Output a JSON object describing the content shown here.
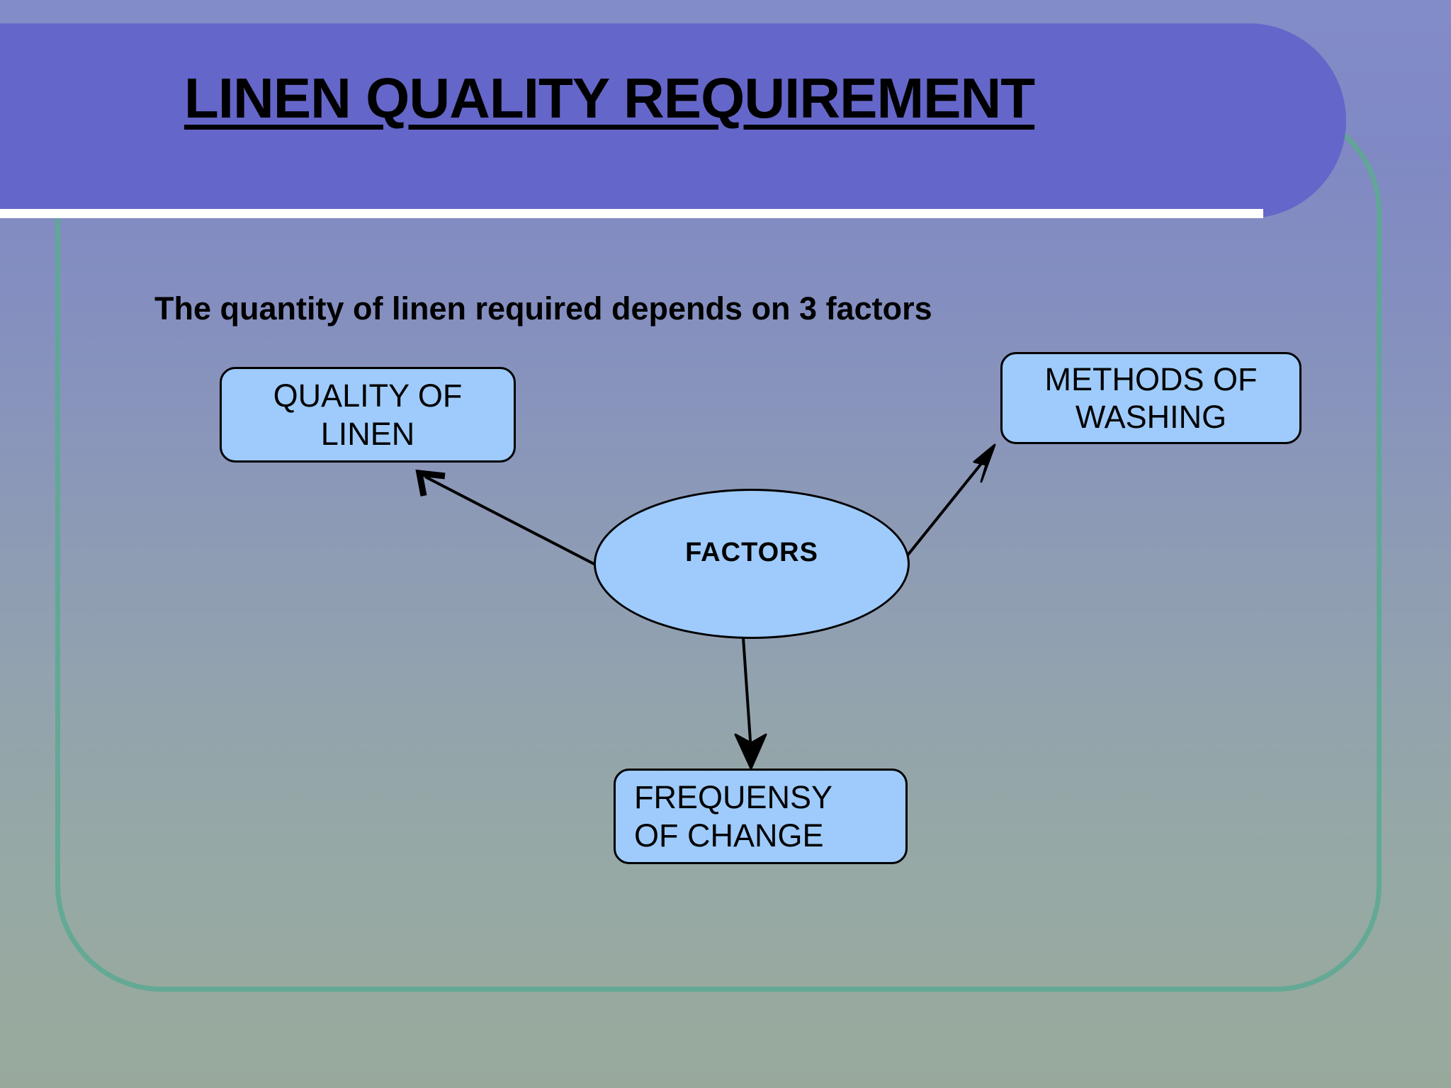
{
  "slide": {
    "title": "LINEN QUALITY REQUIREMENT",
    "subtitle": "The quantity of linen required depends on 3 factors",
    "colors": {
      "banner": "#6566c9",
      "banner_rule": "#ffffff",
      "frame_border": "#5ea894",
      "node_fill": "#9ecbfb",
      "node_border": "#000000",
      "background_top": "#828cc6",
      "background_bottom": "#98a99c",
      "text": "#000000"
    }
  },
  "diagram": {
    "center": {
      "label": "FACTORS",
      "shape": "ellipse"
    },
    "nodes": [
      {
        "id": "quality",
        "label": "QUALITY OF\nLINEN",
        "shape": "rounded-rect"
      },
      {
        "id": "methods",
        "label": "METHODS OF\nWASHING",
        "shape": "rounded-rect"
      },
      {
        "id": "frequency",
        "label": "FREQUENSY\nOF CHANGE",
        "shape": "rounded-rect"
      }
    ],
    "connectors": [
      {
        "from": "FACTORS",
        "to": "QUALITY OF LINEN",
        "direction": "up-left",
        "arrowhead": "open"
      },
      {
        "from": "FACTORS",
        "to": "METHODS OF WASHING",
        "direction": "up-right",
        "arrowhead": "filled"
      },
      {
        "from": "FACTORS",
        "to": "FREQUENSY OF CHANGE",
        "direction": "down",
        "arrowhead": "filled"
      }
    ]
  }
}
